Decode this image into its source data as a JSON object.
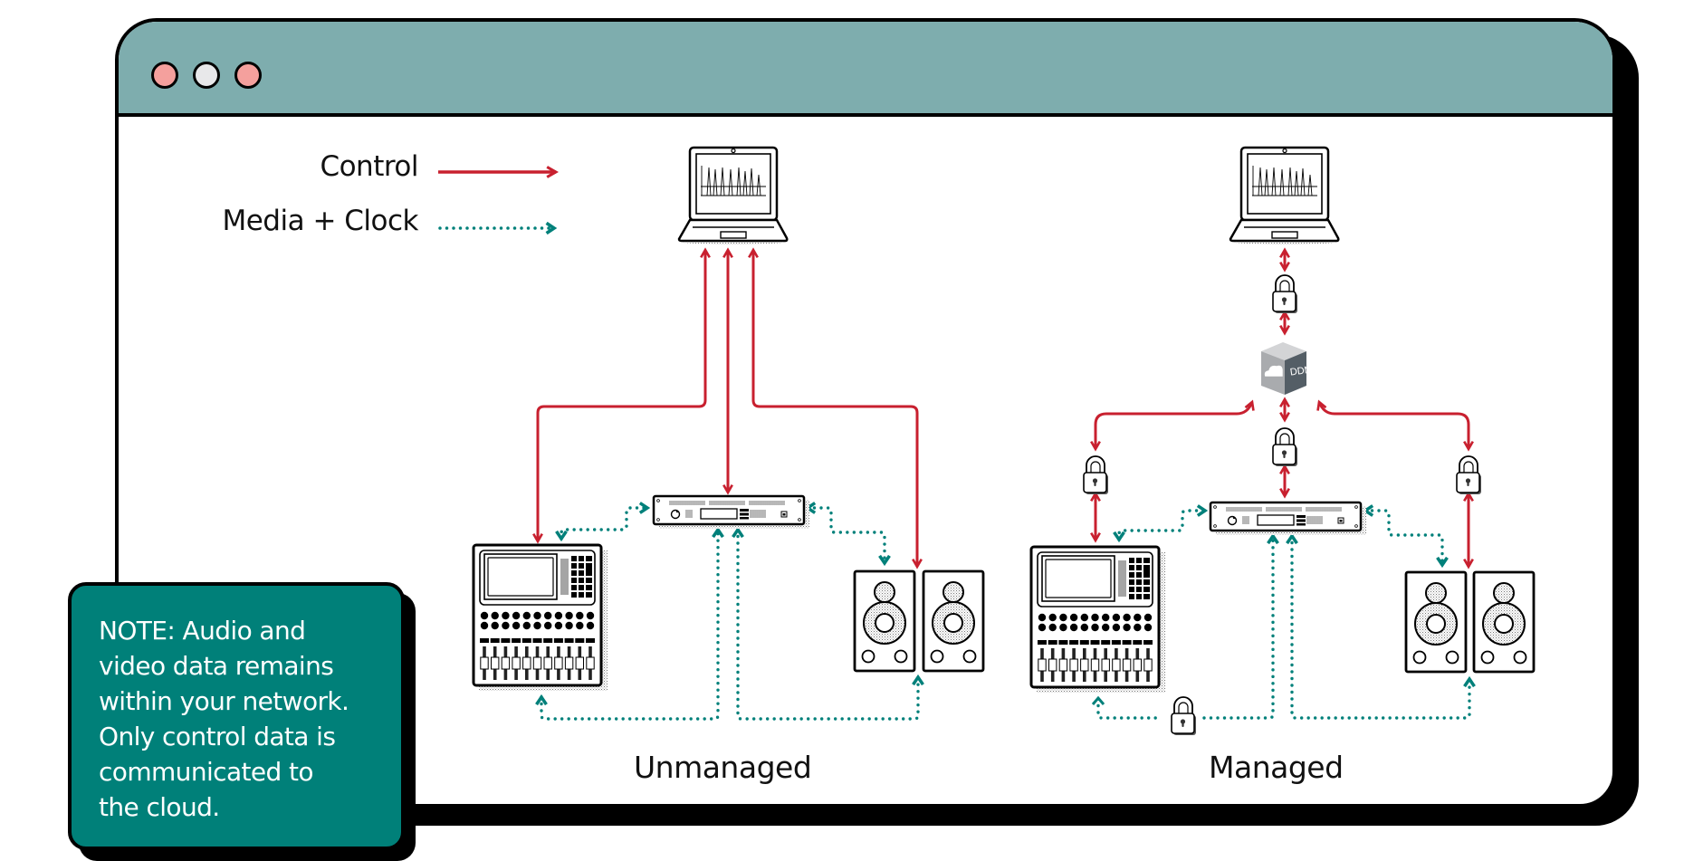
{
  "window": {
    "title_dots": [
      {
        "name": "close",
        "color": "#f4a09d"
      },
      {
        "name": "minimize",
        "color": "#e8e8ea"
      },
      {
        "name": "maximize",
        "color": "#f4a09d"
      }
    ],
    "titlebar_color": "#7eadae"
  },
  "legend": {
    "control_label": "Control",
    "media_label": "Media + Clock",
    "control_color": "#c8202f",
    "media_color": "#00807a"
  },
  "diagrams": {
    "unmanaged": {
      "label": "Unmanaged",
      "devices": [
        "laptop",
        "audio-processor",
        "mixing-console",
        "speaker-left",
        "speaker-right"
      ]
    },
    "managed": {
      "label": "Managed",
      "devices": [
        "laptop",
        "ddm-cloud-server",
        "audio-processor",
        "mixing-console",
        "speaker-left",
        "speaker-right"
      ],
      "cloud_label": "DDM",
      "lock_count": 5
    }
  },
  "note": {
    "text": "NOTE: Audio and video data remains within your network. Only control data is communicated to the cloud.",
    "lines": [
      "NOTE: Audio and",
      "video data remains",
      "within your network.",
      "Only control data is",
      "communicated to",
      "the cloud."
    ],
    "background": "#008079"
  }
}
